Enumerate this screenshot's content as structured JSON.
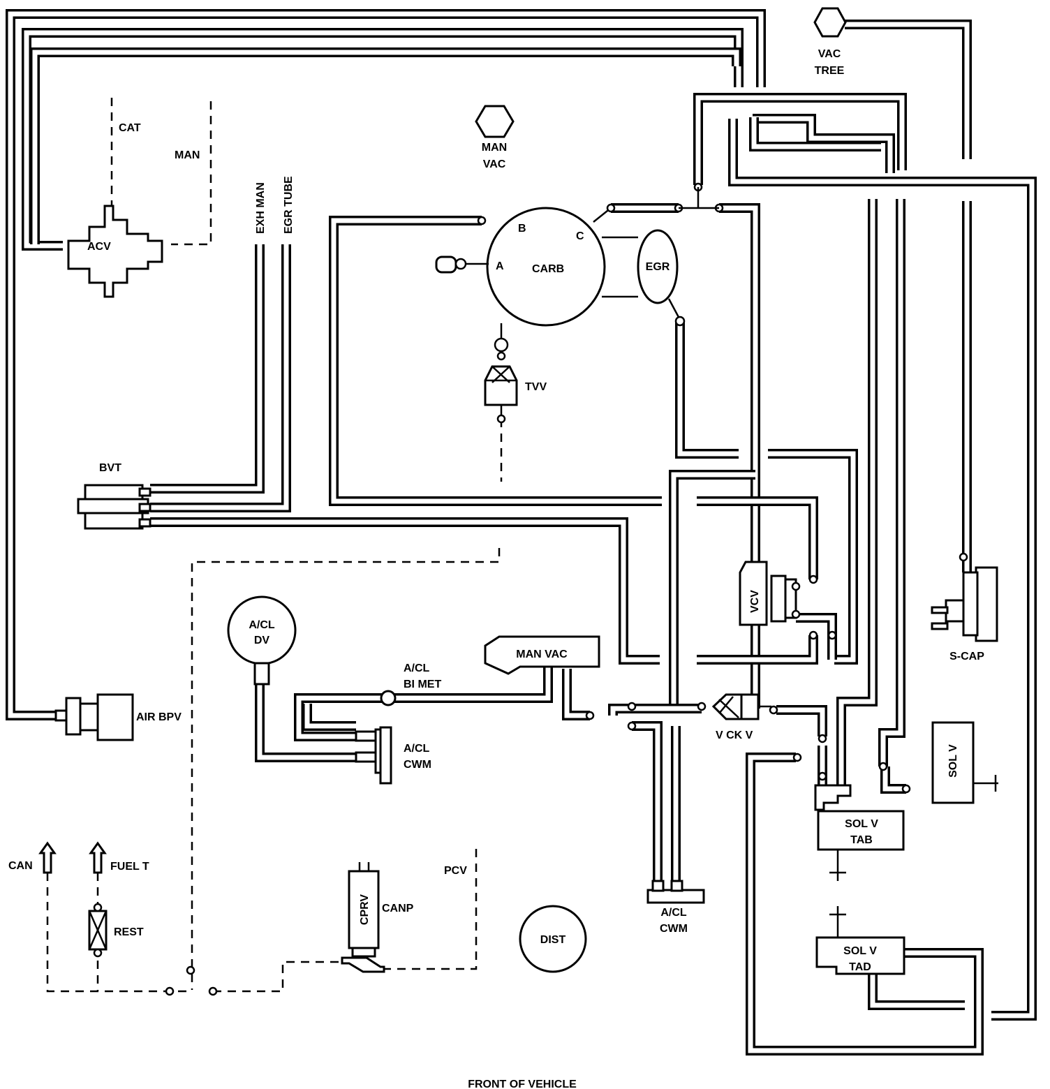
{
  "labels": {
    "vac_tree": [
      "VAC",
      "TREE"
    ],
    "man_vac_top": [
      "MAN",
      "VAC"
    ],
    "cat": "CAT",
    "man": "MAN",
    "acv": "ACV",
    "exh_man": "EXH MAN",
    "egr_tube": "EGR TUBE",
    "carb": "CARB",
    "carb_a": "A",
    "carb_b": "B",
    "carb_c": "C",
    "egr": "EGR",
    "tvv": "TVV",
    "bvt": "BVT",
    "vcv": "VCV",
    "s_cap": "S-CAP",
    "acl_dv": [
      "A/CL",
      "DV"
    ],
    "man_vac_box": "MAN VAC",
    "acl_bimet": [
      "A/CL",
      "BI MET"
    ],
    "acl_cwm_left": [
      "A/CL",
      "CWM"
    ],
    "air_bpv": "AIR BPV",
    "v_ck_v": "V CK V",
    "sol_v": "SOL V",
    "sol_v_tab": [
      "SOL V",
      "TAB"
    ],
    "sol_v_tad": [
      "SOL V",
      "TAD"
    ],
    "acl_cwm_bottom": [
      "A/CL",
      "CWM"
    ],
    "can": "CAN",
    "fuel_t": "FUEL T",
    "rest": "REST",
    "cprv": "CPRV",
    "canp": "CANP",
    "pcv": "PCV",
    "dist": "DIST",
    "front_of_vehicle": "FRONT OF VEHICLE"
  }
}
